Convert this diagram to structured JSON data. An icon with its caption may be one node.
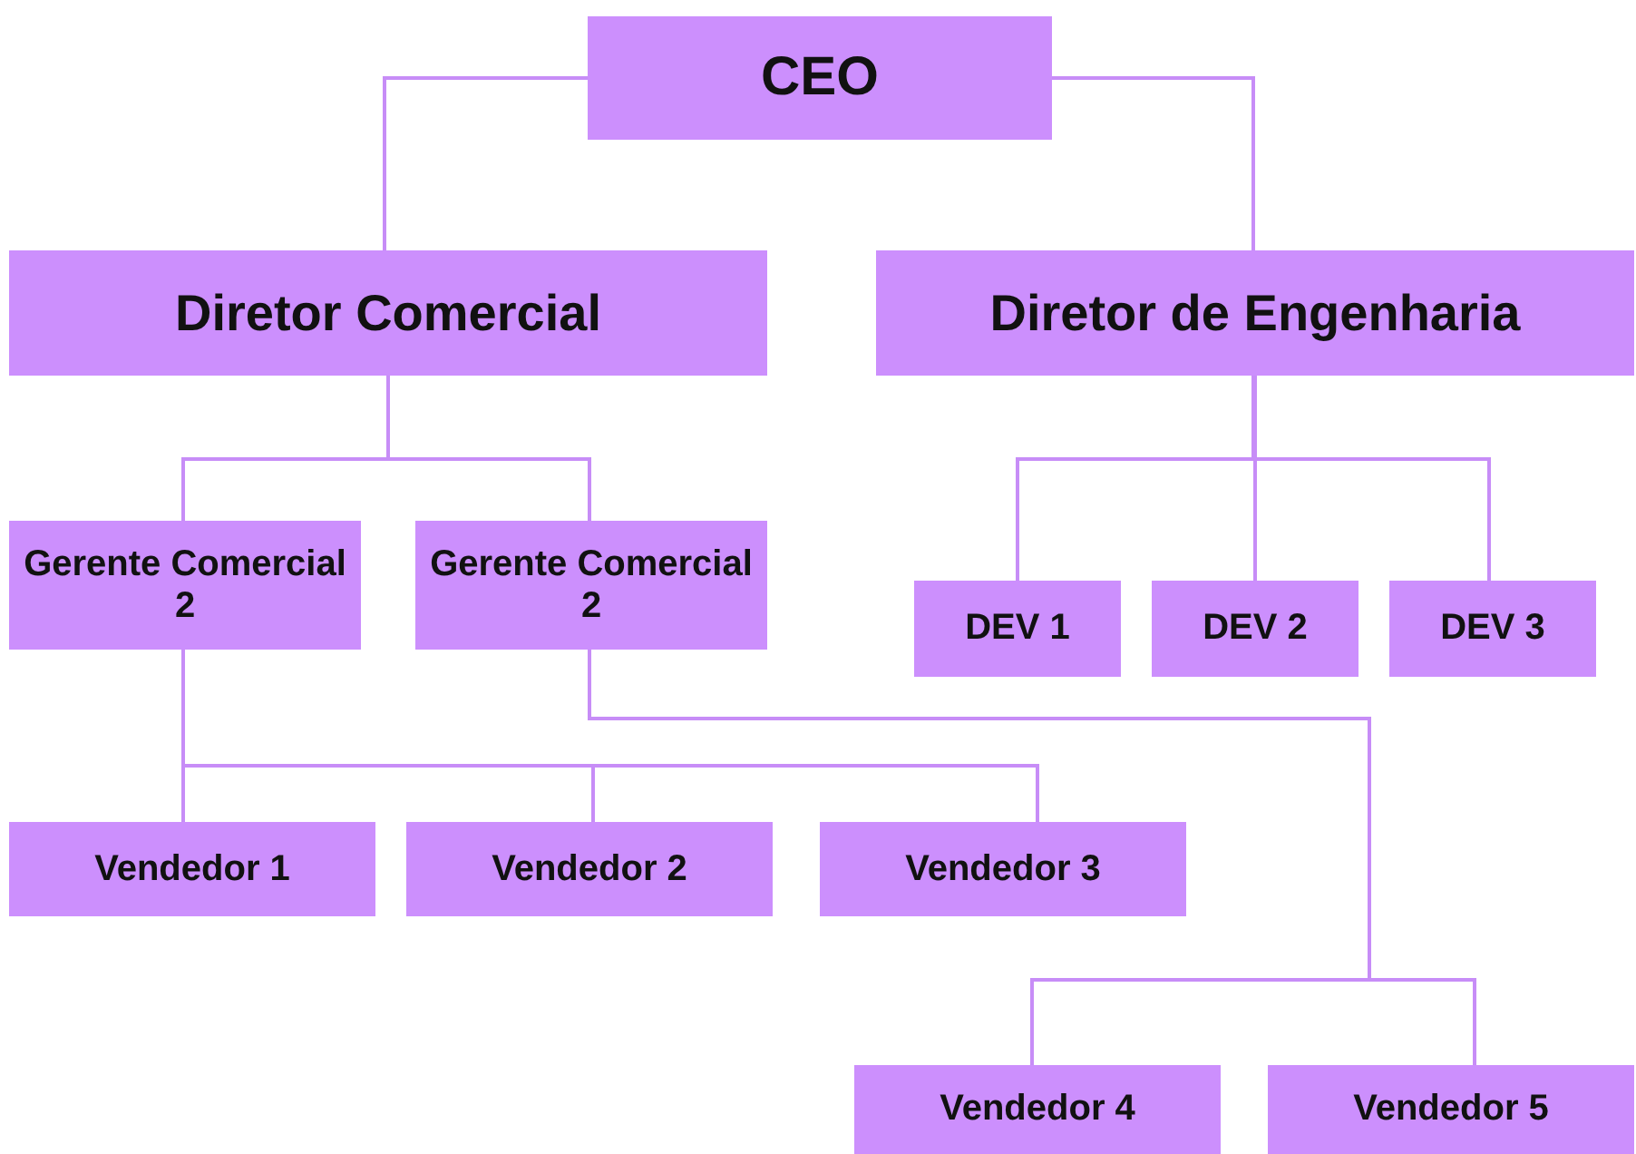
{
  "diagram": {
    "nodes": [
      {
        "text": [
          "CEO"
        ]
      },
      {
        "text": [
          "Diretor Comercial"
        ]
      },
      {
        "text": [
          "Diretor de Engenharia"
        ]
      },
      {
        "text": [
          "Gerente Comercial 2"
        ]
      },
      {
        "text": [
          "Gerente Comercial 2"
        ]
      },
      {
        "text": [
          "DEV 1"
        ]
      },
      {
        "text": [
          "DEV 2"
        ]
      },
      {
        "text": [
          "DEV 3"
        ]
      },
      {
        "text": [
          "Vendedor 1"
        ]
      },
      {
        "text": [
          "Vendedor 2"
        ]
      },
      {
        "text": [
          "Vendedor 3"
        ]
      },
      {
        "text": [
          "Vendedor 4"
        ]
      },
      {
        "text": [
          "Vendedor 5"
        ]
      }
    ],
    "edges": [
      {
        "from": 0,
        "to": 1,
        "arrow": "none"
      },
      {
        "from": 0,
        "to": 2,
        "arrow": "none"
      },
      {
        "from": 1,
        "to": 3,
        "arrow": "none"
      },
      {
        "from": 1,
        "to": 4,
        "arrow": "none"
      },
      {
        "from": 2,
        "to": 5,
        "arrow": "none"
      },
      {
        "from": 2,
        "to": 6,
        "arrow": "none"
      },
      {
        "from": 2,
        "to": 7,
        "arrow": "none"
      },
      {
        "from": 3,
        "to": 8,
        "arrow": "none"
      },
      {
        "from": 3,
        "to": 9,
        "arrow": "none"
      },
      {
        "from": 3,
        "to": 10,
        "arrow": "none"
      },
      {
        "from": 4,
        "to": 11,
        "arrow": "none"
      },
      {
        "from": 4,
        "to": 12,
        "arrow": "none"
      }
    ]
  }
}
